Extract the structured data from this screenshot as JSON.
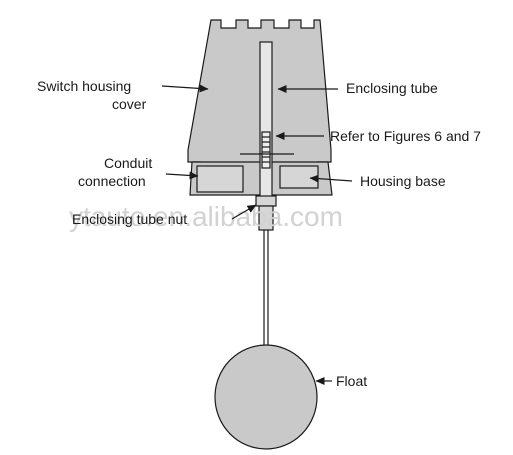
{
  "labels": {
    "switch_housing_cover_line1": "Switch housing",
    "switch_housing_cover_line2": "cover",
    "enclosing_tube": "Enclosing tube",
    "refer_figures": "Refer to Figures 6 and 7",
    "conduit_connection_line1": "Conduit",
    "conduit_connection_line2": "connection",
    "housing_base": "Housing base",
    "enclosing_tube_nut": "Enclosing tube nut",
    "float": "Float"
  },
  "watermark": "ytauto.en.alibaba.com",
  "colors": {
    "housing_fill": "#c9c9c9",
    "float_fill": "#c9c9c9",
    "ink": "#1a1a1a",
    "watermark": "#d2d2d2"
  }
}
